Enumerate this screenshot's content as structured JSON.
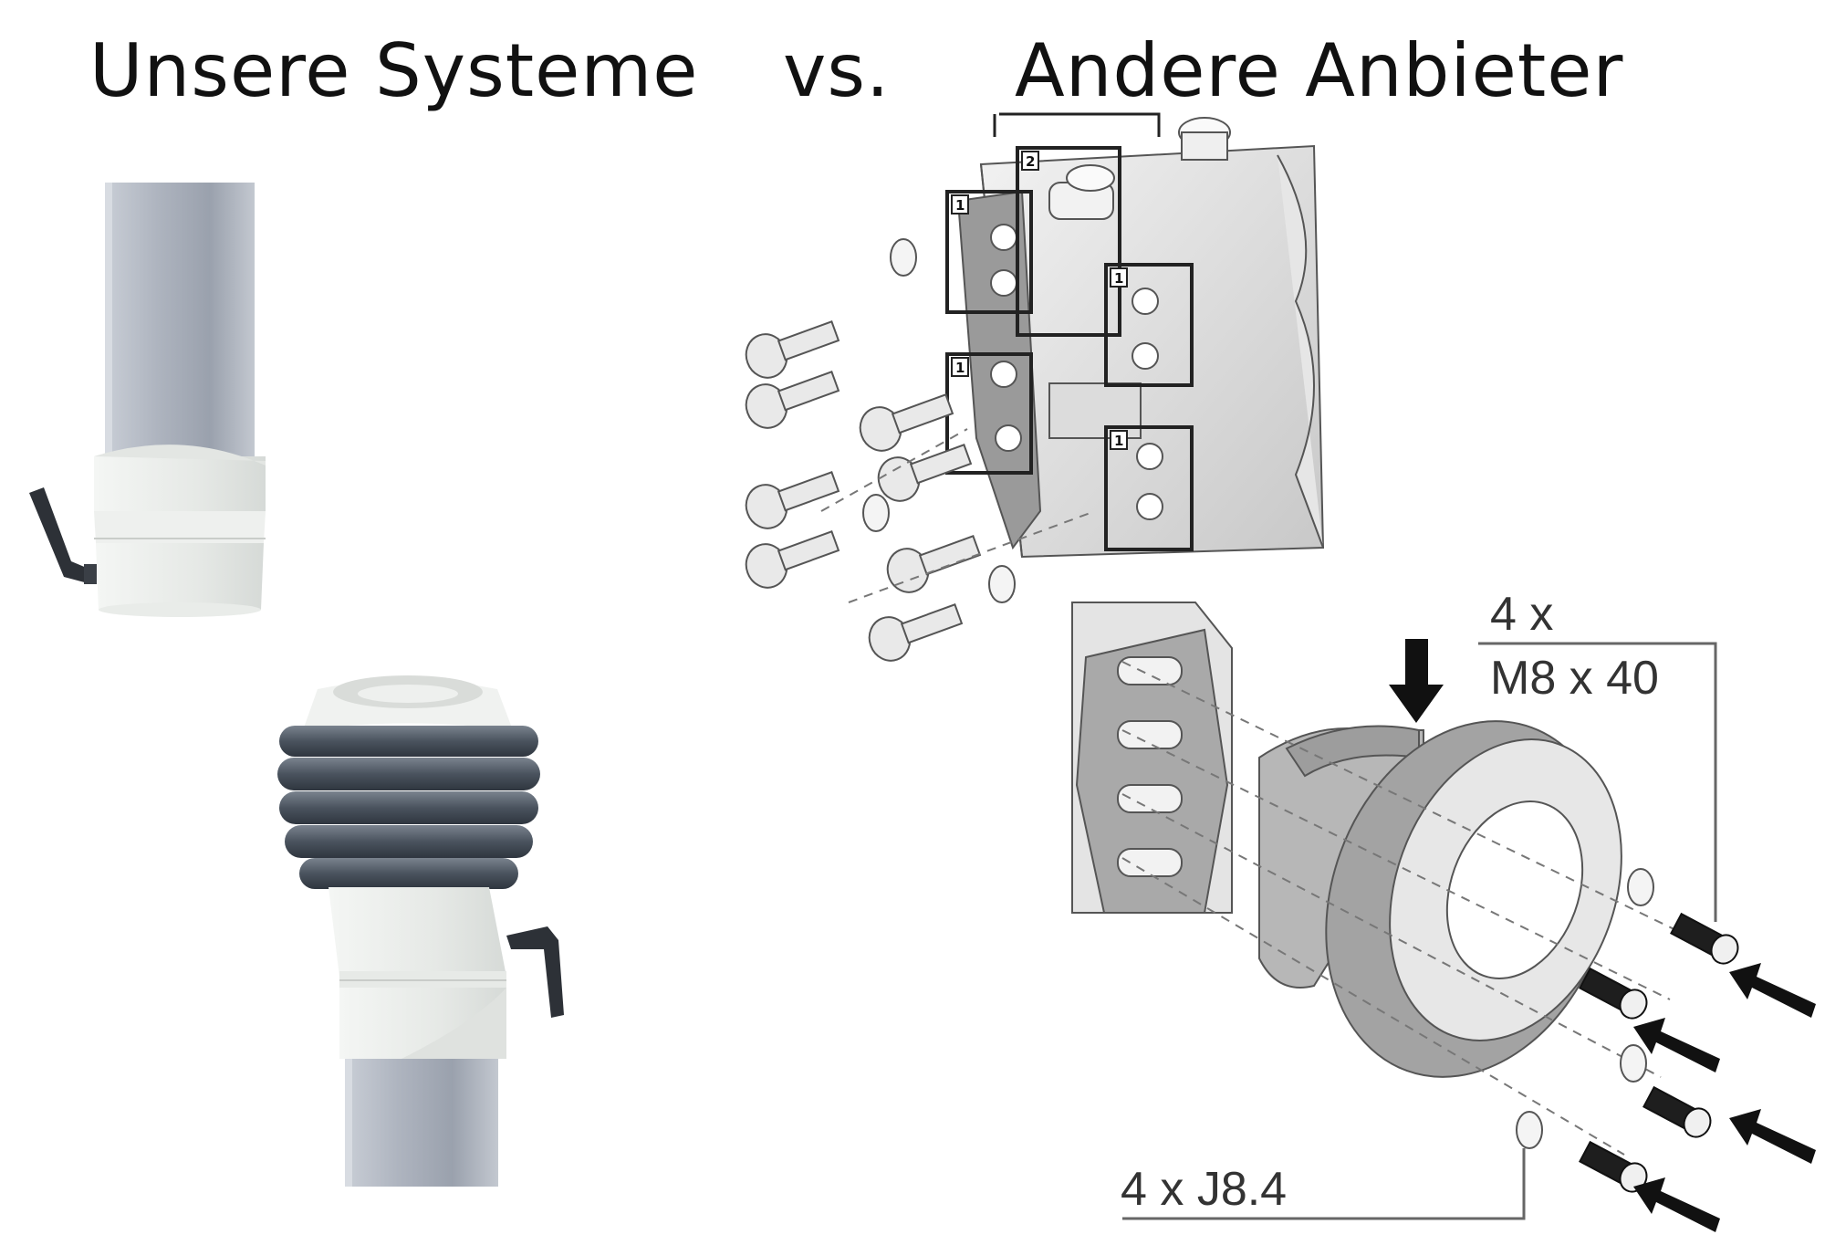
{
  "headings": {
    "ours": "Unsere Systeme",
    "vs": "vs.",
    "others": "Andere Anbieter"
  },
  "callouts": {
    "screws_count": "4 x",
    "screws_size": "M8 x 40",
    "washers": "4 x J8.4"
  },
  "detail_markers": [
    "1",
    "2",
    "1",
    "1",
    "1"
  ]
}
